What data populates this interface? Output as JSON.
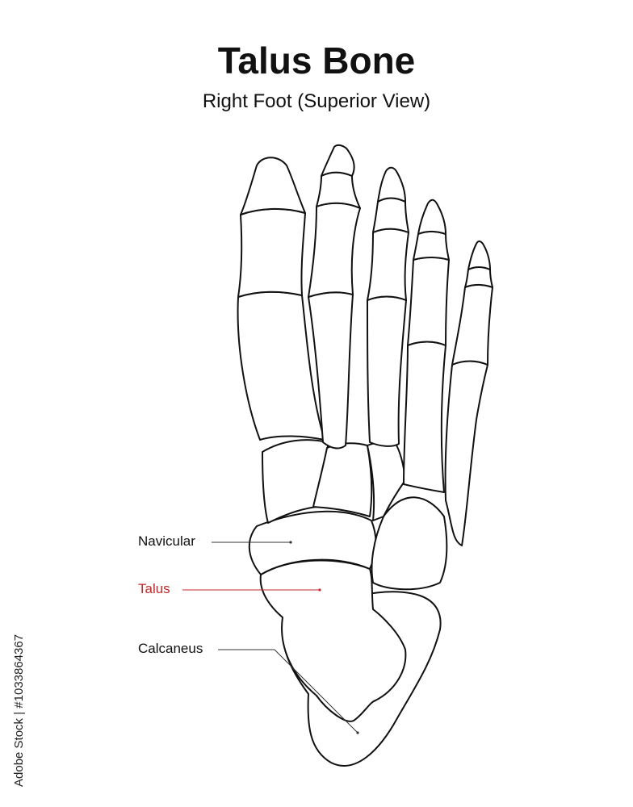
{
  "header": {
    "title": "Talus Bone",
    "subtitle": "Right Foot (Superior View)"
  },
  "labels": {
    "navicular": "Navicular",
    "talus": "Talus",
    "calcaneus": "Calcaneus"
  },
  "colors": {
    "highlight": "#c62828",
    "outline": "#111111",
    "background": "#ffffff"
  },
  "watermark": {
    "stock_id": "Adobe Stock | #1033864367"
  }
}
